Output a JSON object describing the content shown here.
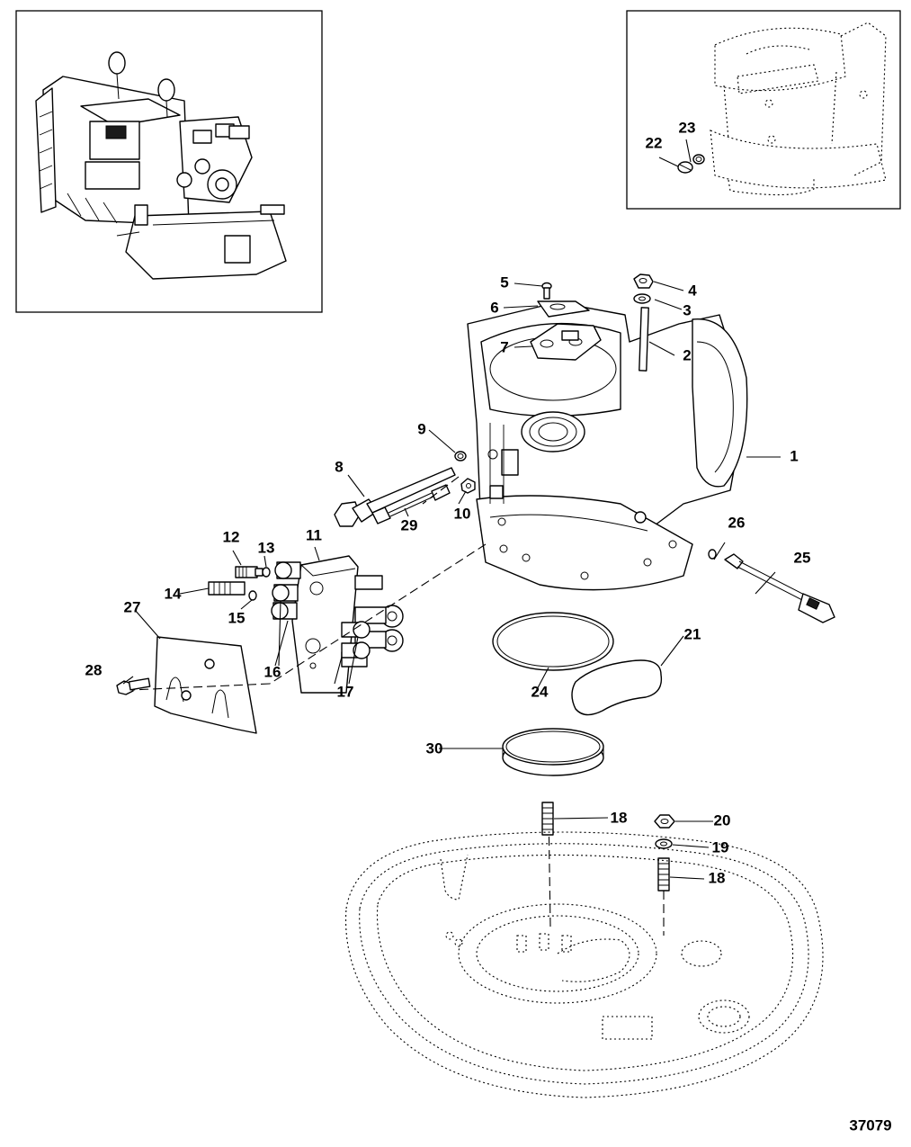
{
  "diagram_id": "37079",
  "callouts": [
    {
      "id": "c1",
      "text": "1"
    },
    {
      "id": "c2",
      "text": "2"
    },
    {
      "id": "c3",
      "text": "3"
    },
    {
      "id": "c4",
      "text": "4"
    },
    {
      "id": "c5",
      "text": "5"
    },
    {
      "id": "c6",
      "text": "6"
    },
    {
      "id": "c7",
      "text": "7"
    },
    {
      "id": "c8",
      "text": "8"
    },
    {
      "id": "c9",
      "text": "9"
    },
    {
      "id": "c10",
      "text": "10"
    },
    {
      "id": "c11",
      "text": "11"
    },
    {
      "id": "c12",
      "text": "12"
    },
    {
      "id": "c13",
      "text": "13"
    },
    {
      "id": "c14",
      "text": "14"
    },
    {
      "id": "c15",
      "text": "15"
    },
    {
      "id": "c16",
      "text": "16"
    },
    {
      "id": "c17",
      "text": "17"
    },
    {
      "id": "c18a",
      "text": "18"
    },
    {
      "id": "c18b",
      "text": "18"
    },
    {
      "id": "c19",
      "text": "19"
    },
    {
      "id": "c20",
      "text": "20"
    },
    {
      "id": "c21",
      "text": "21"
    },
    {
      "id": "c22",
      "text": "22"
    },
    {
      "id": "c23",
      "text": "23"
    },
    {
      "id": "c24",
      "text": "24"
    },
    {
      "id": "c25",
      "text": "25"
    },
    {
      "id": "c26",
      "text": "26"
    },
    {
      "id": "c27",
      "text": "27"
    },
    {
      "id": "c28",
      "text": "28"
    },
    {
      "id": "c29",
      "text": "29"
    },
    {
      "id": "c30",
      "text": "30"
    }
  ]
}
